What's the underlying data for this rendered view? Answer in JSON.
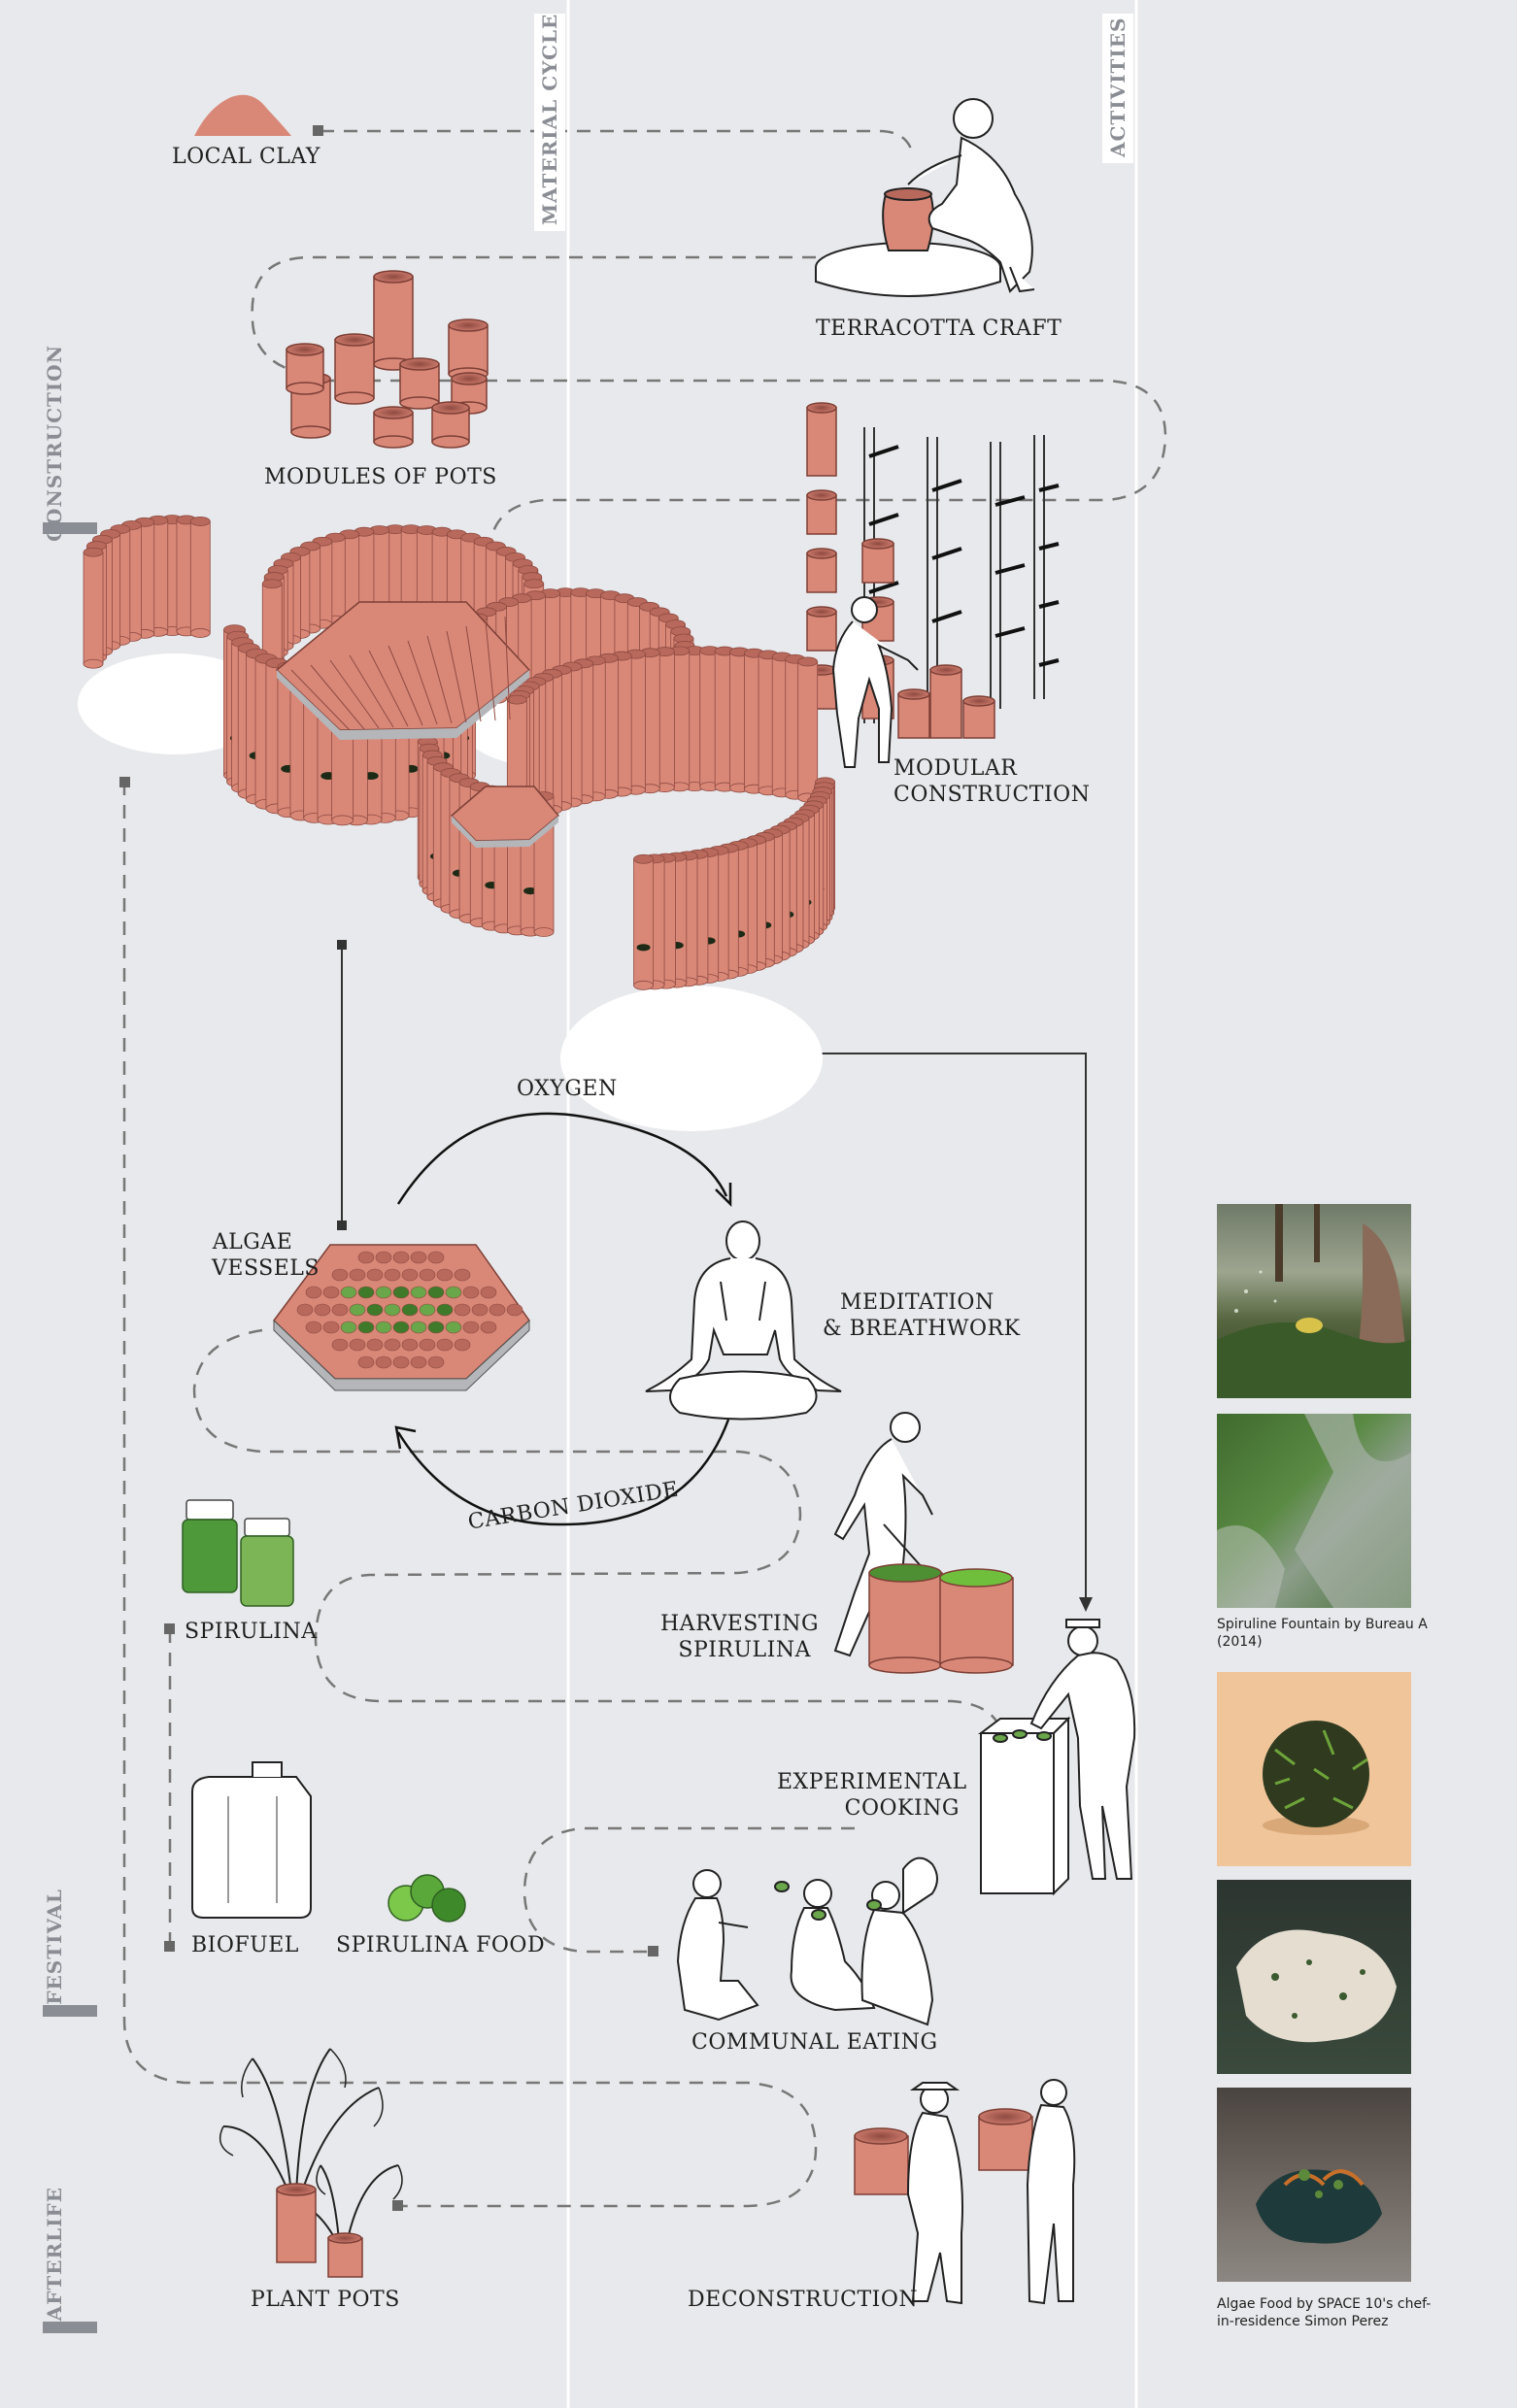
{
  "columns": {
    "material_cycle": "MATERIAL CYCLE",
    "activities": "ACTIVITIES"
  },
  "phases": {
    "construction": "CONSTRUCTION",
    "festival": "FESTIVAL",
    "afterlife": "AFTERLIFE"
  },
  "labels": {
    "local_clay": "LOCAL CLAY",
    "terracotta_craft": "TERRACOTTA CRAFT",
    "modules_of_pots": "MODULES OF POTS",
    "modular_construction": [
      "MODULAR",
      "CONSTRUCTION"
    ],
    "oxygen": "OXYGEN",
    "algae_vessels": [
      "ALGAE",
      "VESSELS"
    ],
    "meditation": [
      "MEDITATION",
      "& BREATHWORK"
    ],
    "carbon_dioxide": "CARBON DIOXIDE",
    "spirulina": "SPIRULINA",
    "harvesting_spirulina": [
      "HARVESTING",
      "SPIRULINA"
    ],
    "experimental_cooking": [
      "EXPERIMENTAL",
      "COOKING"
    ],
    "biofuel": "BIOFUEL",
    "spirulina_food": "SPIRULINA FOOD",
    "communal_eating": "COMMUNAL EATING",
    "plant_pots": "PLANT POTS",
    "deconstruction": "DECONSTRUCTION"
  },
  "photo_captions": {
    "fountain": "Spiruline Fountain by Bureau A (2014)",
    "algae_food": "Algae Food by SPACE 10's chef-in-residence Simon Perez"
  },
  "colors": {
    "terracotta": "#d98878",
    "terracotta_dark": "#b8695c",
    "algae": "#6aa64a",
    "algae_dark": "#3f7a2a",
    "background": "#e8e9ec",
    "phase_gray": "#8a8d93"
  }
}
